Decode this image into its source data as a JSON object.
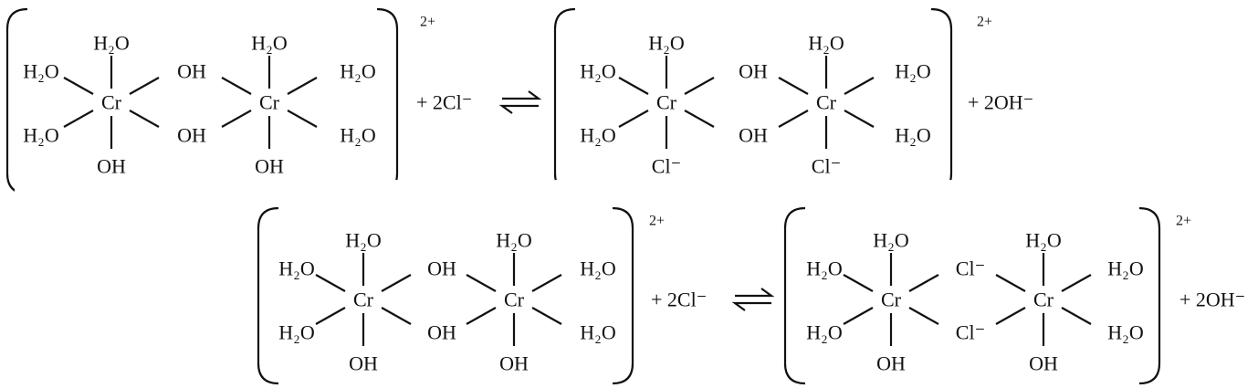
{
  "equations": [
    {
      "reactant": {
        "metal": "Cr",
        "charge": "2+",
        "ligands": {
          "axial_top_1": "H₂O",
          "eq_upper_left": "H₂O",
          "eq_lower_left": "H₂O",
          "axial_bottom_1": "OH",
          "bridge_upper": "OH",
          "bridge_lower": "OH",
          "axial_top_2": "H₂O",
          "eq_upper_right": "H₂O",
          "eq_lower_right": "H₂O",
          "axial_bottom_2": "OH"
        }
      },
      "added_ion": "+  2Cl⁻",
      "arrow": "equilibrium",
      "product": {
        "metal": "Cr",
        "charge": "2+",
        "ligands": {
          "axial_top_1": "H₂O",
          "eq_upper_left": "H₂O",
          "eq_lower_left": "H₂O",
          "axial_bottom_1": "Cl⁻",
          "bridge_upper": "OH",
          "bridge_lower": "OH",
          "axial_top_2": "H₂O",
          "eq_upper_right": "H₂O",
          "eq_lower_right": "H₂O",
          "axial_bottom_2": "Cl⁻"
        }
      },
      "released_ion": "+  2OH⁻"
    },
    {
      "reactant": {
        "metal": "Cr",
        "charge": "2+",
        "ligands": {
          "axial_top_1": "H₂O",
          "eq_upper_left": "H₂O",
          "eq_lower_left": "H₂O",
          "axial_bottom_1": "OH",
          "bridge_upper": "OH",
          "bridge_lower": "OH",
          "axial_top_2": "H₂O",
          "eq_upper_right": "H₂O",
          "eq_lower_right": "H₂O",
          "axial_bottom_2": "OH"
        }
      },
      "added_ion": "+  2Cl⁻",
      "arrow": "equilibrium",
      "product": {
        "metal": "Cr",
        "charge": "2+",
        "ligands": {
          "axial_top_1": "H₂O",
          "eq_upper_left": "H₂O",
          "eq_lower_left": "H₂O",
          "axial_bottom_1": "OH",
          "bridge_upper": "Cl⁻",
          "bridge_lower": "Cl⁻",
          "axial_top_2": "H₂O",
          "eq_upper_right": "H₂O",
          "eq_lower_right": "H₂O",
          "axial_bottom_2": "OH"
        }
      },
      "released_ion": "+  2OH⁻"
    }
  ]
}
